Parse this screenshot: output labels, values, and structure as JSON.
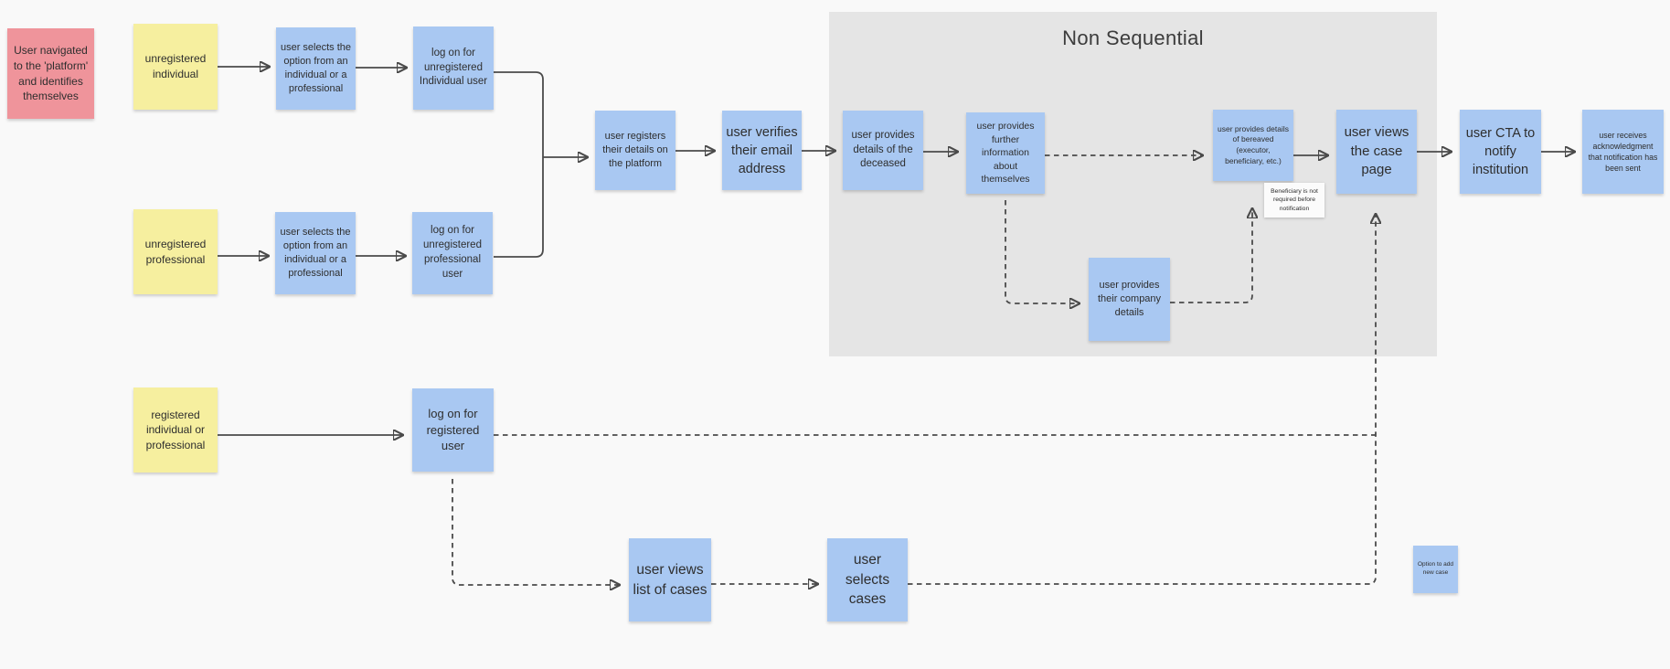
{
  "region": {
    "label": "Non Sequential"
  },
  "colors": {
    "background": "#f9f9f9",
    "region_background": "#e5e5e5",
    "sticky_pink": "#ef949b",
    "sticky_yellow": "#f6ef9f",
    "sticky_blue": "#a9c8f2",
    "note_white": "#fbfbfb",
    "connector": "#4a4a4a",
    "text": "#2e2e2e"
  },
  "notes": {
    "start": "User navigated to the 'platform' and identifies themselves",
    "unregistered_individual": "unregistered individual",
    "select_option_individual": "user selects the option from an individual or a professional",
    "logon_unregistered_individual": "log on for unregistered Individual user",
    "unregistered_professional": "unregistered professional",
    "select_option_professional": "user selects the option from an individual or a professional",
    "logon_unregistered_professional": "log on for unregistered professional user",
    "registers_details": "user registers their details on the platform",
    "verifies_email": "user verifies their email address",
    "details_deceased": "user provides details of the deceased",
    "further_information": "user provides further information about themselves",
    "company_details": "user provides their company details",
    "details_bereaved": "user provides details of bereaved (executor, beneficiary, etc.)",
    "beneficiary_note": "Beneficiary is not required before notification",
    "views_case_page": "user views the case page",
    "cta_notify": "user CTA to notify institution",
    "receives_acknowledgment": "user receives acknowledgment that notification has been sent",
    "registered_ind_or_prof": "registered individual or professional",
    "logon_registered": "log on for registered user",
    "views_list_cases": "user views list of cases",
    "selects_cases": "user selects cases",
    "option_add_case": "Option to add new case"
  }
}
